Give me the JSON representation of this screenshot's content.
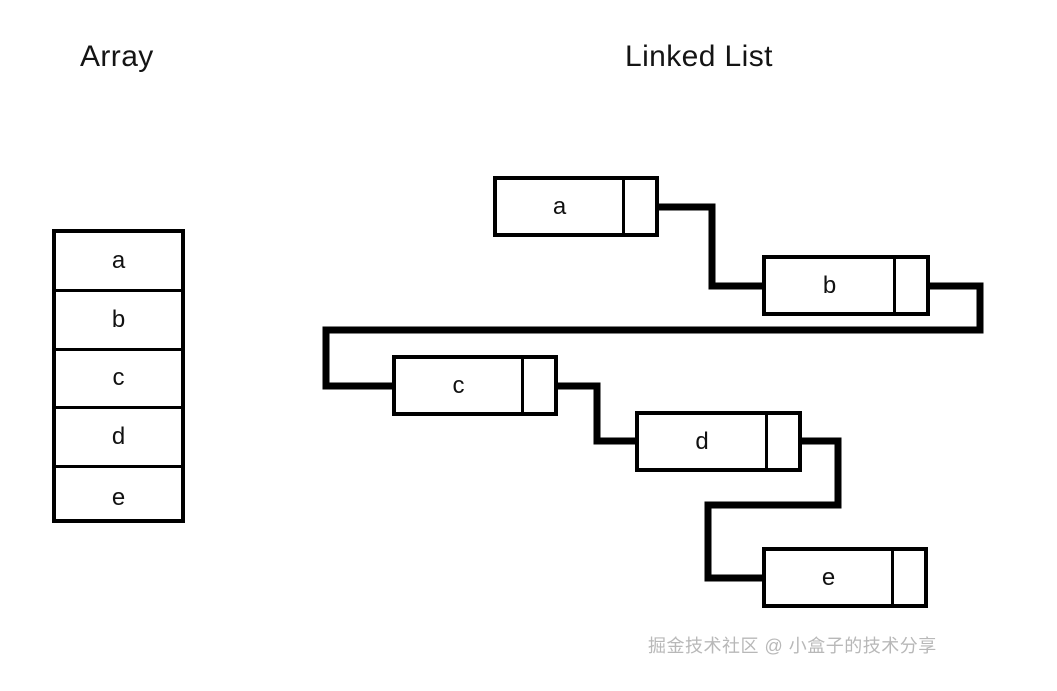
{
  "titles": {
    "array": "Array",
    "linked_list": "Linked List"
  },
  "array": {
    "cells": [
      {
        "value": "a"
      },
      {
        "value": "b"
      },
      {
        "value": "c"
      },
      {
        "value": "d"
      },
      {
        "value": "e"
      }
    ]
  },
  "linked_list": {
    "nodes": [
      {
        "id": "a",
        "value": "a",
        "has_next": true
      },
      {
        "id": "b",
        "value": "b",
        "has_next": true
      },
      {
        "id": "c",
        "value": "c",
        "has_next": true
      },
      {
        "id": "d",
        "value": "d",
        "has_next": true
      },
      {
        "id": "e",
        "value": "e",
        "has_next": false
      }
    ]
  },
  "watermark": {
    "text": "掘金技术社区 @ 小盒子的技术分享"
  },
  "colors": {
    "stroke": "#000000",
    "background": "#ffffff",
    "text": "#111111",
    "watermark": "#b8b8b8"
  },
  "diagram": {
    "type": "comparison-diagram",
    "subject": "Array vs Linked List memory layout"
  }
}
